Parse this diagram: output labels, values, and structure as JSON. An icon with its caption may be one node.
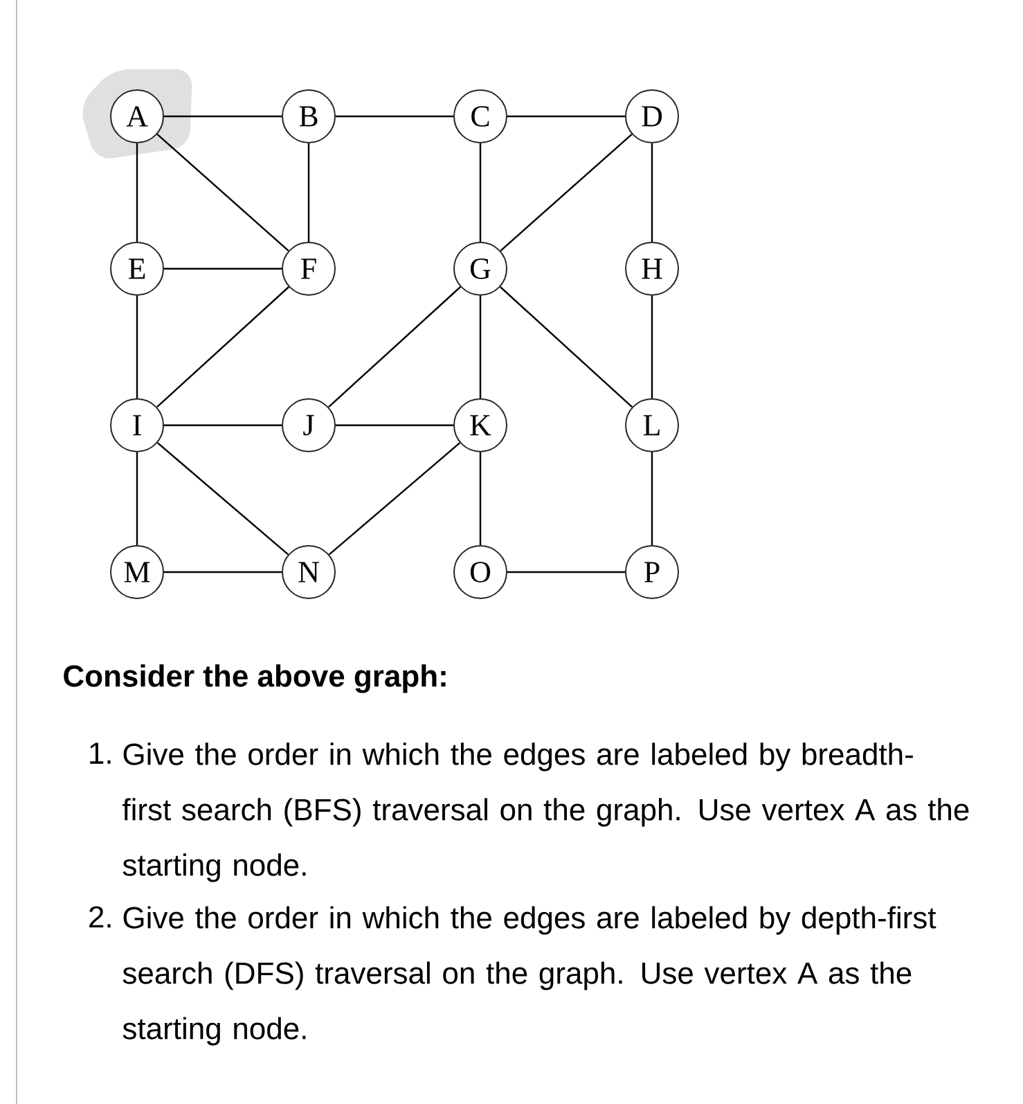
{
  "diagram": {
    "nodes": [
      {
        "text": [
          "A"
        ]
      },
      {
        "text": [
          "B"
        ]
      },
      {
        "text": [
          "C"
        ]
      },
      {
        "text": [
          "D"
        ]
      },
      {
        "text": [
          "E"
        ]
      },
      {
        "text": [
          "F"
        ]
      },
      {
        "text": [
          "G"
        ]
      },
      {
        "text": [
          "H"
        ]
      },
      {
        "text": [
          "I"
        ]
      },
      {
        "text": [
          "J"
        ]
      },
      {
        "text": [
          "K"
        ]
      },
      {
        "text": [
          "L"
        ]
      },
      {
        "text": [
          "M"
        ]
      },
      {
        "text": [
          "N"
        ]
      },
      {
        "text": [
          "O"
        ]
      },
      {
        "text": [
          "P"
        ]
      }
    ],
    "edges": [
      {
        "from": 0,
        "to": 1,
        "arrow": "none"
      },
      {
        "from": 1,
        "to": 2,
        "arrow": "none"
      },
      {
        "from": 2,
        "to": 3,
        "arrow": "none"
      },
      {
        "from": 0,
        "to": 4,
        "arrow": "none"
      },
      {
        "from": 0,
        "to": 5,
        "arrow": "none"
      },
      {
        "from": 1,
        "to": 5,
        "arrow": "none"
      },
      {
        "from": 4,
        "to": 5,
        "arrow": "none"
      },
      {
        "from": 2,
        "to": 6,
        "arrow": "none"
      },
      {
        "from": 3,
        "to": 6,
        "arrow": "none"
      },
      {
        "from": 3,
        "to": 7,
        "arrow": "none"
      },
      {
        "from": 4,
        "to": 8,
        "arrow": "none"
      },
      {
        "from": 5,
        "to": 8,
        "arrow": "none"
      },
      {
        "from": 6,
        "to": 9,
        "arrow": "none"
      },
      {
        "from": 6,
        "to": 10,
        "arrow": "none"
      },
      {
        "from": 6,
        "to": 11,
        "arrow": "none"
      },
      {
        "from": 7,
        "to": 11,
        "arrow": "none"
      },
      {
        "from": 8,
        "to": 9,
        "arrow": "none"
      },
      {
        "from": 9,
        "to": 10,
        "arrow": "none"
      },
      {
        "from": 8,
        "to": 12,
        "arrow": "none"
      },
      {
        "from": 8,
        "to": 13,
        "arrow": "none"
      },
      {
        "from": 12,
        "to": 13,
        "arrow": "none"
      },
      {
        "from": 13,
        "to": 10,
        "arrow": "none"
      },
      {
        "from": 10,
        "to": 14,
        "arrow": "none"
      },
      {
        "from": 14,
        "to": 15,
        "arrow": "none"
      },
      {
        "from": 11,
        "to": 15,
        "arrow": "none"
      }
    ],
    "labels": [
      "Consider the above graph:",
      "1.",
      "Give the order in which the edges are labeled by breadth-first search (BFS) traversal on the graph. Use vertex A as the starting node.",
      "2.",
      "Give the order in which the edges are labeled by depth-first search (DFS) traversal on the graph. Use vertex A as the starting node."
    ]
  }
}
